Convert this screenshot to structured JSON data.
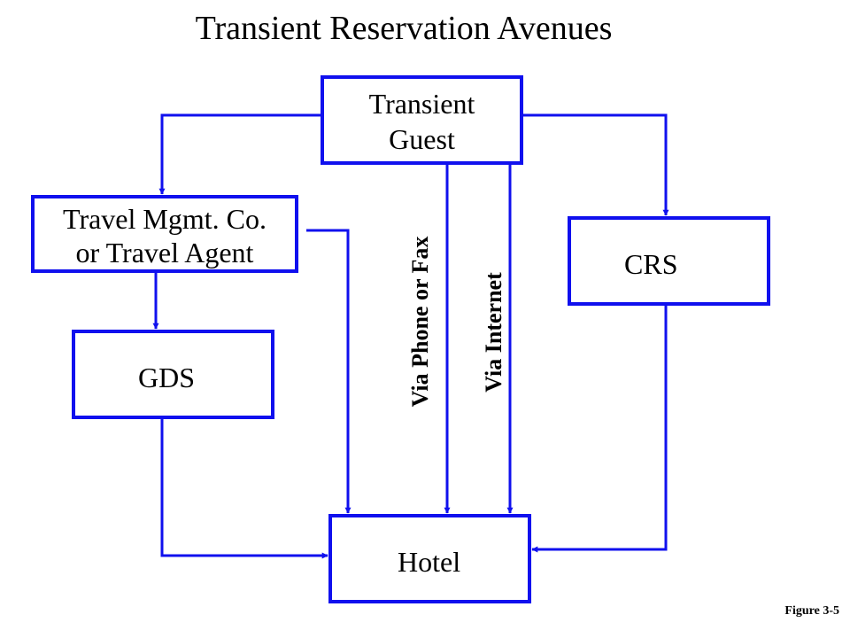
{
  "title": "Transient Reservation Avenues",
  "nodes": {
    "guest": {
      "line1": "Transient",
      "line2": "Guest"
    },
    "agent": {
      "line1": "Travel Mgmt. Co.",
      "line2": "or Travel Agent"
    },
    "crs": {
      "label": "CRS"
    },
    "gds": {
      "label": "GDS"
    },
    "hotel": {
      "label": "Hotel"
    }
  },
  "edges": [
    {
      "from": "guest",
      "to": "agent"
    },
    {
      "from": "guest",
      "to": "crs"
    },
    {
      "from": "guest",
      "to": "hotel",
      "label": "Via Phone or Fax"
    },
    {
      "from": "guest",
      "to": "hotel",
      "label": "Via Internet"
    },
    {
      "from": "agent",
      "to": "gds"
    },
    {
      "from": "agent",
      "to": "hotel"
    },
    {
      "from": "gds",
      "to": "hotel"
    },
    {
      "from": "crs",
      "to": "hotel"
    }
  ],
  "labels": {
    "phone": "Via Phone or Fax",
    "internet": "Via Internet"
  },
  "figure_label": "Figure 3-5",
  "colors": {
    "line": "#1010ee",
    "text": "#000000",
    "background": "#ffffff"
  }
}
